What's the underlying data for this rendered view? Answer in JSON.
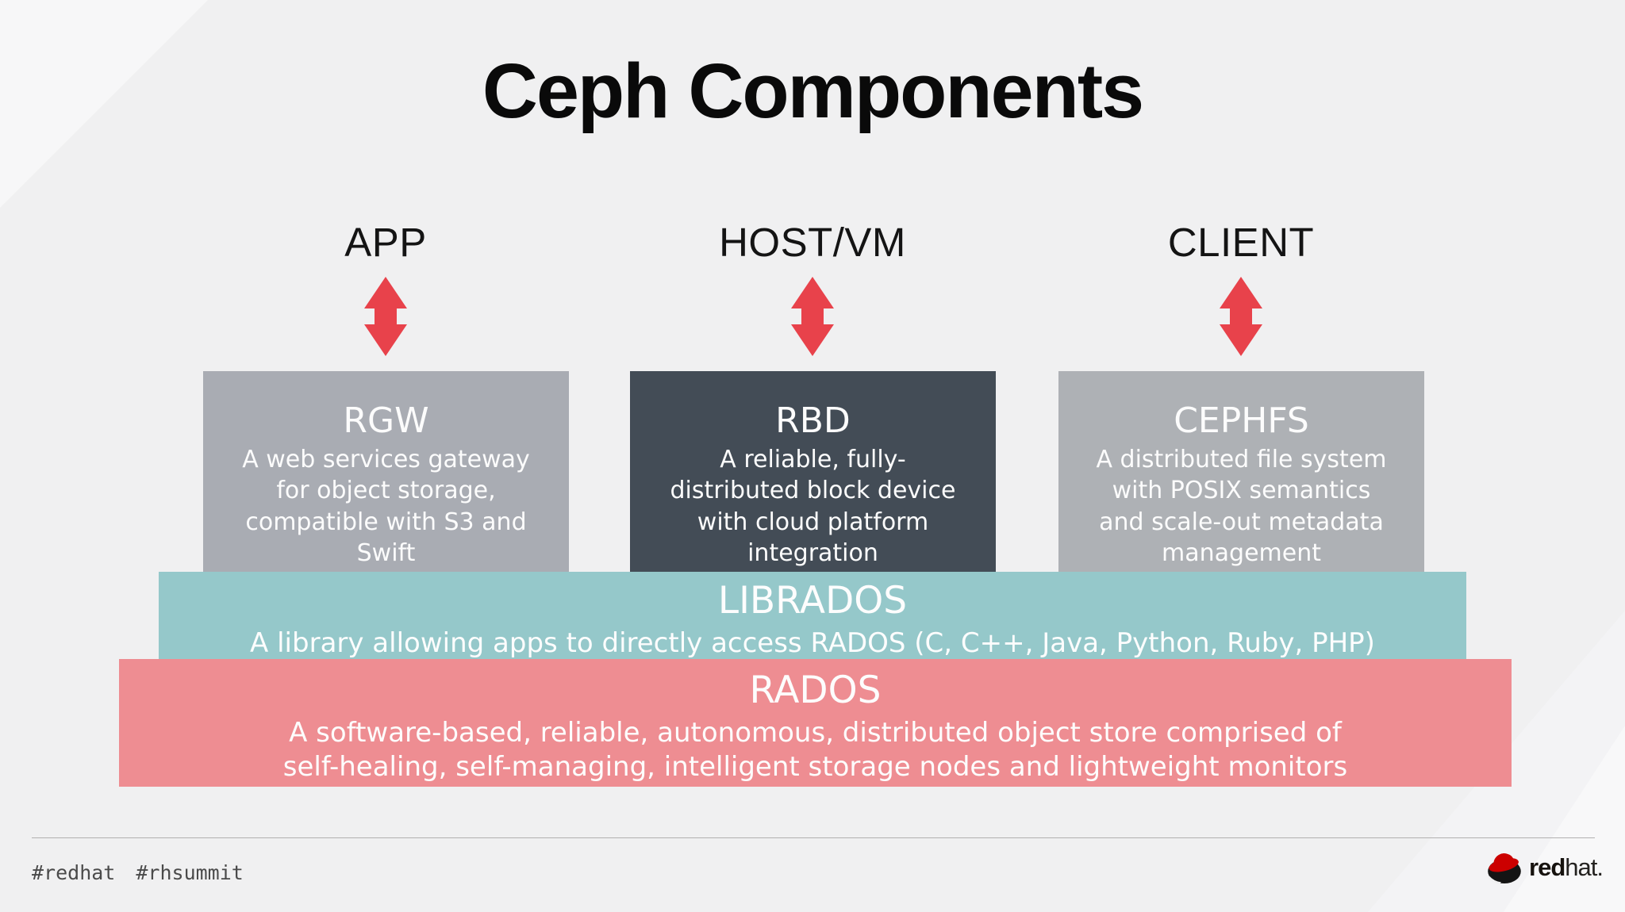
{
  "slide": {
    "title": "Ceph Components",
    "columns": [
      {
        "label": "APP",
        "box": {
          "title": "RGW",
          "description": "A web services gateway\nfor object storage,\ncompatible with S3 and\nSwift"
        }
      },
      {
        "label": "HOST/VM",
        "box": {
          "title": "RBD",
          "description": "A reliable, fully-\ndistributed block device\nwith cloud platform\nintegration"
        }
      },
      {
        "label": "CLIENT",
        "box": {
          "title": "CEPHFS",
          "description": "A distributed file system\nwith POSIX semantics\nand scale-out metadata\nmanagement"
        }
      }
    ],
    "layers": [
      {
        "title": "LIBRADOS",
        "description": "A library allowing apps to directly access RADOS (C, C++, Java, Python, Ruby, PHP)"
      },
      {
        "title": "RADOS",
        "description": "A software-based, reliable, autonomous, distributed object store comprised of\nself-healing, self-managing, intelligent storage nodes and lightweight monitors"
      }
    ],
    "footer": {
      "hashtag1": "#redhat",
      "hashtag2": "#rhsummit",
      "logo_bold": "red",
      "logo_light": "hat."
    },
    "colors": {
      "background": "#f0f0f1",
      "accent_red_arrow": "#e8424b",
      "box_gray": "#a9acb3",
      "box_dark": "#434c56",
      "box_gray_light": "#aeb1b5",
      "librados_teal": "#95c8ca",
      "rados_pink": "#ee8d92",
      "box_text": "#fcfcfc",
      "title_text": "#0a0a0a",
      "footer_text": "#4a4a4a",
      "redhat_red": "#cc0000"
    }
  }
}
